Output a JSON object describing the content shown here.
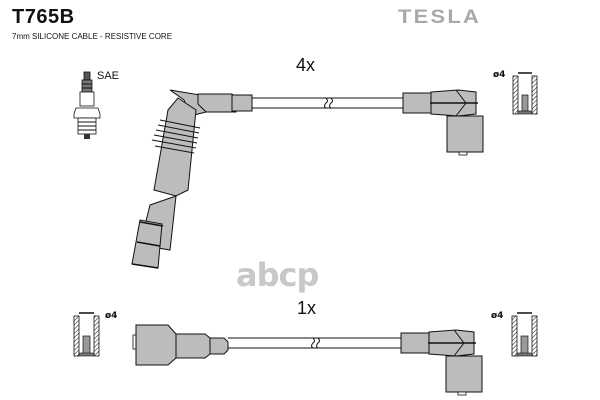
{
  "header": {
    "part_number": "T765B",
    "description": "7mm SILICONE CABLE - RESISTIVE CORE",
    "brand": "TESLA"
  },
  "labels": {
    "spark_plug_standard": "SAE",
    "quantity_top": "4x",
    "quantity_bottom": "1x",
    "terminal_diameter_top_right": "ø4",
    "terminal_diameter_bottom_left": "ø4",
    "terminal_diameter_bottom_right": "ø4"
  },
  "watermark": "abcp",
  "colors": {
    "boot_fill": "#bcbcbc",
    "outline": "#111111",
    "brand_gray": "#a8a8a8"
  }
}
